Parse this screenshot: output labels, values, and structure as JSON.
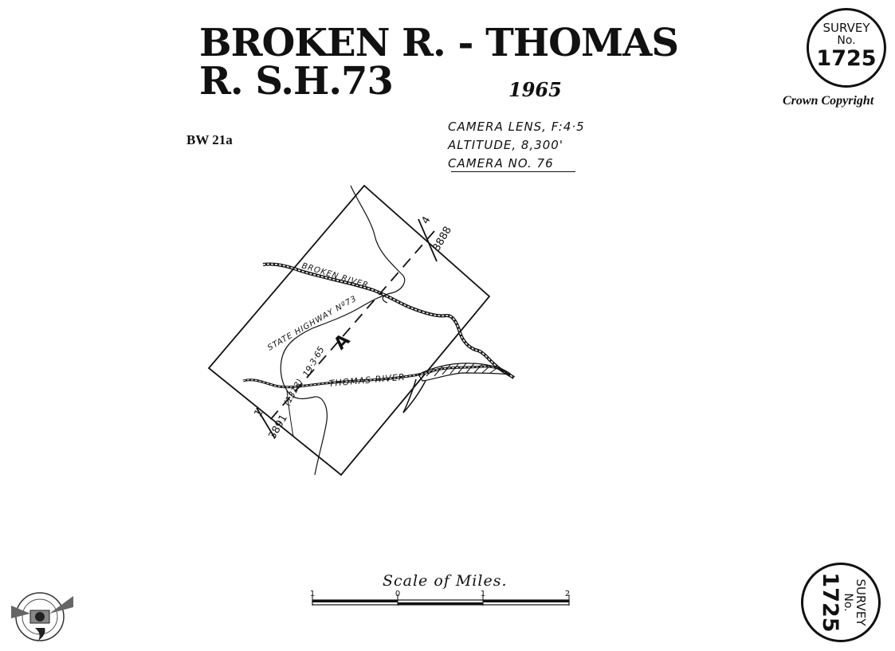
{
  "header": {
    "title": "BROKEN R. - THOMAS R. S.H.73",
    "year": "1965",
    "sheet_ref": "BW 21a",
    "copyright": "Crown Copyright"
  },
  "camera": {
    "lens": "CAMERA LENS, F:4·5",
    "altitude": "ALTITUDE, 8,300'",
    "number": "CAMERA NO. 76"
  },
  "stamp": {
    "word": "SURVEY",
    "no_label": "No.",
    "number": "1725"
  },
  "map_labels": {
    "broken_river": "BROKEN RIVER",
    "state_highway": "STATE HIGHWAY Nº73",
    "thomas_river": "THOMAS RIVER",
    "run_letter": "A",
    "date": "19·3·65",
    "run_code": "(1313)",
    "run_top_num": "4",
    "run_top_frame": "3888",
    "run_bottom_num": "1",
    "run_bottom_frame": "3891"
  },
  "scale": {
    "title": "Scale of Miles.",
    "ticks": [
      "1",
      "0",
      "1",
      "2"
    ]
  },
  "colors": {
    "ink": "#111111",
    "paper": "#ffffff"
  }
}
